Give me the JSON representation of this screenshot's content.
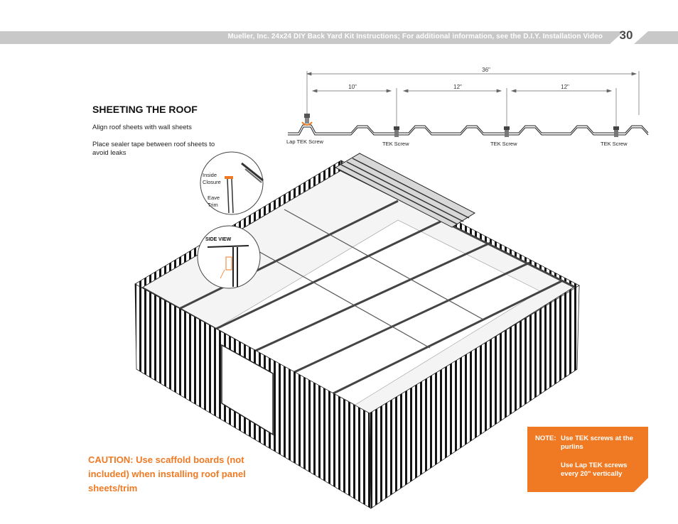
{
  "header": {
    "title": "Mueller, Inc. 24x24 DIY Back Yard Kit Instructions; For additional information, see the D.I.Y. Installation Video",
    "page_number": "30"
  },
  "section": {
    "title": "SHEETING THE ROOF",
    "step1": "Align roof sheets with wall sheets",
    "step2": "Place sealer tape between roof sheets to avoid leaks"
  },
  "dimensions": {
    "overall": "36\"",
    "first": "10\"",
    "second": "12\"",
    "third": "12\""
  },
  "screws": {
    "lap": "Lap TEK Screw",
    "tek1": "TEK Screw",
    "tek2": "TEK Screw",
    "tek3": "TEK Screw"
  },
  "detail": {
    "inside_closure": "Inside Closure",
    "eave_trim": "Eave Trim",
    "side_view": "SIDE  VIEW"
  },
  "caution": "CAUTION: Use scaffold boards (not included) when installing roof panel sheets/trim",
  "note": {
    "label": "NOTE:",
    "line1": "Use TEK screws at the purlins",
    "line2": "Use Lap TEK screws every 20\" vertically"
  },
  "colors": {
    "accent": "#f07a24",
    "header_gray": "#c8c8c8"
  }
}
